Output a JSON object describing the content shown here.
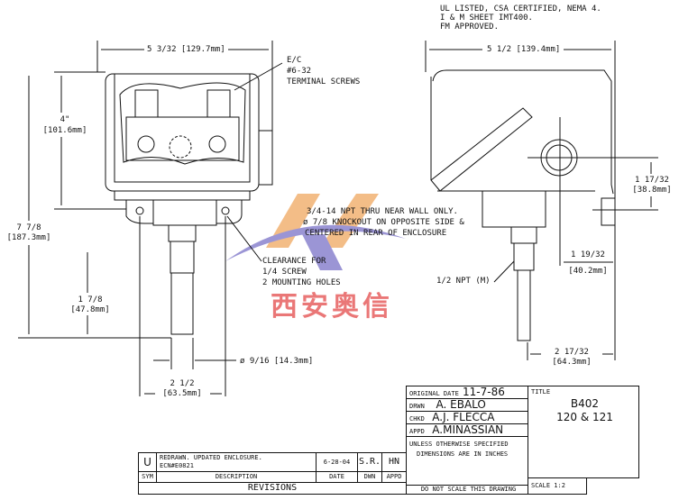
{
  "notes": [
    "UL LISTED, CSA CERTIFIED, NEMA 4.",
    "I & M SHEET IMT400.",
    "FM APPROVED."
  ],
  "front_view": {
    "width_dim": "5 3/32 [129.7mm]",
    "height_dim_1": "4\"",
    "height_dim_1_mm": "[101.6mm]",
    "height_dim_2": "7 7/8",
    "height_dim_2_mm": "[187.3mm]",
    "stem_dim": "1 7/8",
    "stem_dim_mm": "[47.8mm]",
    "mount_dim": "2 1/2",
    "mount_dim_mm": "[63.5mm]",
    "stem_dia": "ø 9/16 [14.3mm]",
    "terminal_label": [
      "E/C",
      "#6-32",
      "TERMINAL SCREWS"
    ],
    "conduit_note": [
      "3/4-14 NPT THRU NEAR WALL ONLY.",
      "ø 7/8 KNOCKOUT ON OPPOSITE SIDE &",
      "CENTERED IN REAR OF ENCLOSURE"
    ],
    "clearance_note": [
      "CLEARANCE FOR",
      "1/4 SCREW",
      "2 MOUNTING HOLES"
    ]
  },
  "side_view": {
    "width_dim": "5 1/2 [139.4mm]",
    "hole_dim": "1 17/32",
    "hole_dim_mm": "[38.8mm]",
    "stem_offset": "1 19/32",
    "stem_offset_mm": "[40.2mm]",
    "depth_dim": "2 17/32",
    "depth_dim_mm": "[64.3mm]",
    "npt_note": "1/2 NPT (M)"
  },
  "watermark": "西安奥信",
  "title_block": {
    "original_date_label": "ORIGINAL DATE",
    "original_date": "11-7-86",
    "drwn_label": "DRWN",
    "drwn": "A. EBALO",
    "chkd_label": "CHKD",
    "chkd": "A.J. FLECCA",
    "appd_label": "APPD",
    "appd": "A.MINASSIAN",
    "units_note": [
      "UNLESS OTHERWISE SPECIFIED",
      "DIMENSIONS ARE IN INCHES"
    ],
    "no_scale": "DO NOT SCALE THIS DRAWING",
    "title_label": "TITLE",
    "title_1": "B402",
    "title_2": "120 & 121",
    "scale": "SCALE 1:2"
  },
  "revisions": {
    "rows": [
      {
        "sym": "U",
        "description": [
          "REDRAWN. UPDATED ENCLOSURE.",
          "ECN#E0821"
        ],
        "date": "6-28-04",
        "dwn": "S.R.",
        "appd": "HN"
      }
    ],
    "headers": {
      "sym": "SYM",
      "description": "DESCRIPTION",
      "date": "DATE",
      "dwn": "DWN",
      "appd": "APPD"
    },
    "title": "REVISIONS"
  }
}
